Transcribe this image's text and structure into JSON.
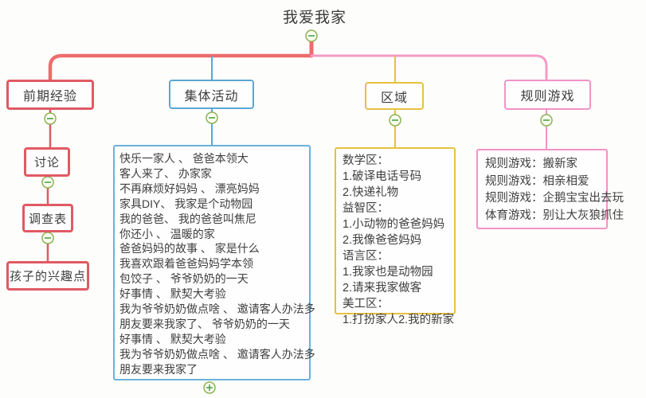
{
  "title": "我爱我家",
  "colors": {
    "red_branch": "#e05a64",
    "red_trunk": "#ee6c6c",
    "blue_branch": "#5aa7d3",
    "yellow_branch": "#e5c143",
    "pink_branch": "#f193c5",
    "toggle_green": "#8cb254",
    "text": "#3e3e3e"
  },
  "icons": {
    "collapse": "minus-circle ⊖",
    "expand": "plus-circle ⊕"
  },
  "branches": {
    "pre_experience": {
      "label": "前期经验",
      "children": [
        "讨论",
        "调查表",
        "孩子的兴趣点"
      ]
    },
    "collective_activities": {
      "label": "集体活动",
      "lines": [
        "快乐一家人 、 爸爸本领大",
        "客人来了、  办家家",
        "不再麻烦好妈妈 、 漂亮妈妈",
        "家具DIY、  我家是个动物园",
        "我的爸爸、  我的爸爸叫焦尼",
        "你还小 、 温暖的家",
        "爸爸妈妈的故事 、 家是什么",
        "我喜欢跟着爸爸妈妈学本领",
        "包饺子 、 爷爷奶奶的一天",
        "好事情 、 默契大考验",
        "我为爷爷奶奶做点啥 、 邀请客人办法多",
        "朋友要来我家了、  爷爷奶奶的一天",
        "好事情 、 默契大考验",
        "我为爷爷奶奶做点啥 、 邀请客人办法多",
        "朋友要来我家了"
      ]
    },
    "areas": {
      "label": "区域",
      "lines": [
        "数学区：",
        "1.破译电话号码",
        "2.快递礼物",
        "益智区：",
        "1.小动物的爸爸妈妈",
        "2.我像爸爸妈妈",
        "语言区：",
        "1.我家也是动物园",
        "2.请来我家做客",
        "美工区：",
        "1.打扮家人2.我的新家"
      ]
    },
    "rule_games": {
      "label": "规则游戏",
      "lines": [
        "规则游戏：搬新家",
        "规则游戏：相亲相爱",
        "规则游戏：企鹅宝宝出去玩",
        "体育游戏：别让大灰狼抓住"
      ]
    }
  }
}
